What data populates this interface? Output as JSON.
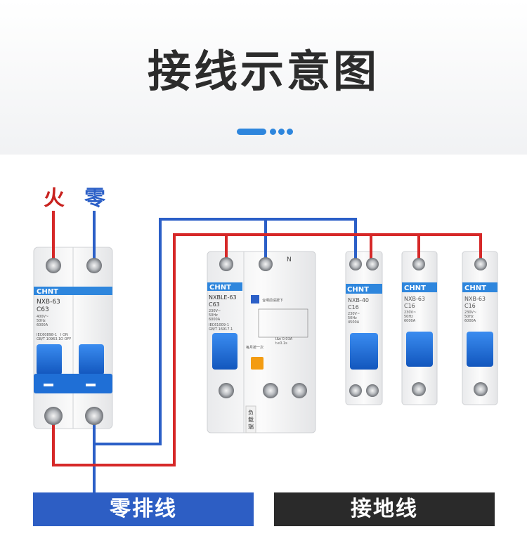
{
  "title": "接线示意图",
  "wire_labels": {
    "live": "火",
    "neutral": "零"
  },
  "bars": {
    "neutral_bus": "零排线",
    "ground": "接地线"
  },
  "colors": {
    "live_wire": "#d62828",
    "neutral_wire": "#2b5fc7",
    "accent_blue": "#2e86dd",
    "neutral_bar": "#2d5ec4",
    "ground_bar": "#2a2a2a",
    "breaker_blue": "#1f73e0"
  },
  "breakers": {
    "main": {
      "brand": "CHNT",
      "model": "NXB-63",
      "rating": "C63",
      "specs": [
        "400V~",
        "50Hz",
        "6000A"
      ],
      "std": [
        "IEC60898-1",
        "GB/T 10963.1"
      ],
      "on_off": [
        "I ON",
        "O OFF"
      ]
    },
    "rcbo": {
      "brand": "CHNT",
      "model": "NXBLE-63",
      "rating": "C63",
      "specs": [
        "230V~",
        "50Hz",
        "6000A"
      ],
      "std": [
        "IEC61009-1",
        "GB/T 16917.1"
      ],
      "n_mark": "N",
      "test_text": "合闸前请按下",
      "monthly_text": "每月按一次",
      "ian": "IΔn 0.03A",
      "t": "t≤0.1s",
      "load_text": [
        "负",
        "载",
        "端"
      ]
    },
    "b1": {
      "brand": "CHNT",
      "model": "NXB-40",
      "rating": "C16",
      "specs": [
        "230V~",
        "50Hz",
        "4500A"
      ]
    },
    "b2": {
      "brand": "CHNT",
      "model": "NXB-63",
      "rating": "C16",
      "specs": [
        "230V~",
        "50Hz",
        "6000A"
      ]
    },
    "b3": {
      "brand": "CHNT",
      "model": "NXB-63",
      "rating": "C16",
      "specs": [
        "230V~",
        "50Hz",
        "6000A"
      ]
    }
  }
}
